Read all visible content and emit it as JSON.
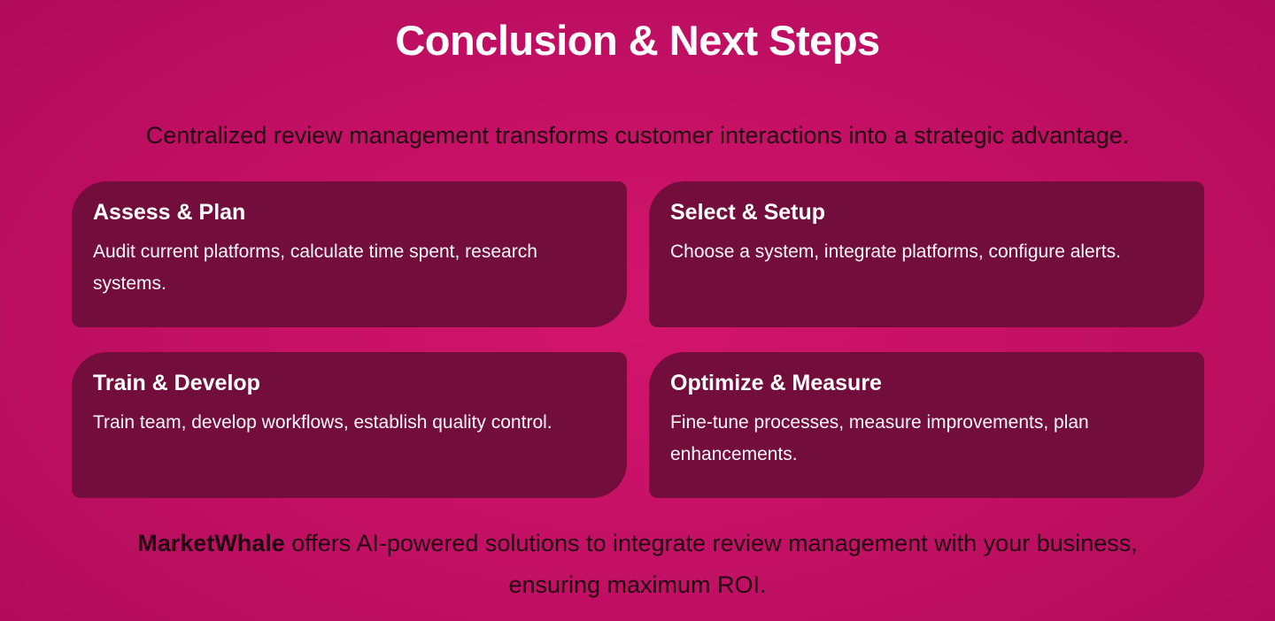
{
  "slide": {
    "title": "Conclusion & Next Steps",
    "subtitle": "Centralized review management transforms customer interactions into a strategic advantage.",
    "cards": [
      {
        "title": "Assess & Plan",
        "body": "Audit current platforms, calculate time spent, research systems."
      },
      {
        "title": "Select & Setup",
        "body": "Choose a system, integrate platforms, configure alerts."
      },
      {
        "title": "Train & Develop",
        "body": "Train team, develop workflows, establish quality control."
      },
      {
        "title": "Optimize & Measure",
        "body": "Fine-tune processes, measure improvements, plan enhancements."
      }
    ],
    "footer": {
      "brand": "MarketWhale",
      "text": " offers AI-powered solutions to integrate review management with your business, ensuring maximum ROI."
    },
    "colors": {
      "background": "#c31064",
      "background_center": "#d2156c",
      "background_edge": "#aa0956",
      "card_background": "#720d3c",
      "title_text": "#ffffff",
      "card_text": "#fdf6fa",
      "dark_text": "#200511"
    }
  }
}
